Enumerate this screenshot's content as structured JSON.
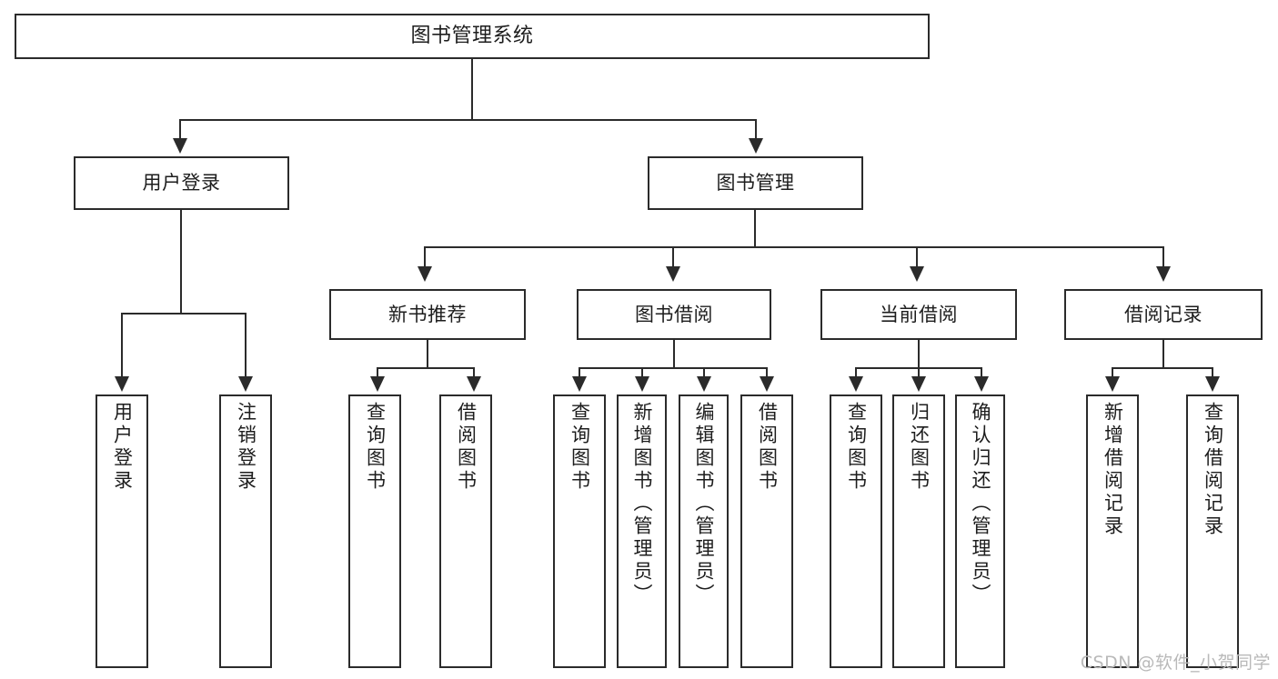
{
  "diagram": {
    "type": "tree-hierarchy",
    "title": "图书管理系统",
    "watermark": "CSDN @软件_小贺同学",
    "accent_color": "#2b2b2b",
    "background_color": "#ffffff",
    "levels": 4
  },
  "root": {
    "label": "图书管理系统"
  },
  "level2": [
    {
      "label": "用户登录"
    },
    {
      "label": "图书管理"
    }
  ],
  "level3": [
    {
      "label": "新书推荐"
    },
    {
      "label": "图书借阅"
    },
    {
      "label": "当前借阅"
    },
    {
      "label": "借阅记录"
    }
  ],
  "leaves": {
    "user_login": [
      {
        "label": "用户登录"
      },
      {
        "label": "注销登录"
      }
    ],
    "new_book": [
      {
        "label": "查询图书"
      },
      {
        "label": "借阅图书"
      }
    ],
    "borrow_book": [
      {
        "label": "查询图书"
      },
      {
        "label": "新增图书（管理员）"
      },
      {
        "label": "编辑图书（管理员）"
      },
      {
        "label": "借阅图书"
      }
    ],
    "current_borrow": [
      {
        "label": "查询图书"
      },
      {
        "label": "归还图书"
      },
      {
        "label": "确认归还（管理员）"
      }
    ],
    "borrow_record": [
      {
        "label": "新增借阅记录"
      },
      {
        "label": "查询借阅记录"
      }
    ]
  }
}
